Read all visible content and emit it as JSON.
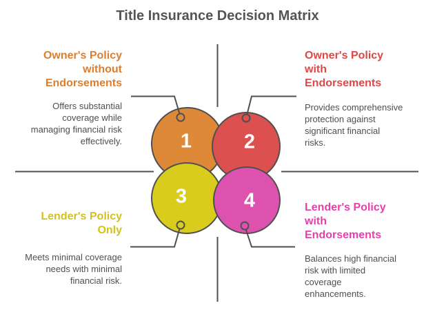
{
  "title": "Title Insurance Decision Matrix",
  "colors": {
    "background": "#FFFFFF",
    "axis_line": "#4F4F4F",
    "title_text": "#545454",
    "body_text": "#4F4F4F",
    "number_text": "#FFFFFF"
  },
  "quadrants": [
    {
      "position": "top-left",
      "number": "1",
      "heading": "Owner's Policy\nwithout\nEndorsements",
      "heading_color": "#DD7E2E",
      "circle_color": "#DE8937",
      "body": "Offers substantial\ncoverage while\nmanaging financial risk\neffectively."
    },
    {
      "position": "top-right",
      "number": "2",
      "heading": "Owner's Policy\nwith\nEndorsements",
      "heading_color": "#DF4747",
      "circle_color": "#DC5150",
      "body": "Provides comprehensive\nprotection against\nsignificant financial\nrisks."
    },
    {
      "position": "bottom-left",
      "number": "3",
      "heading": "Lender's Policy\nOnly",
      "heading_color": "#D4C11F",
      "circle_color": "#D9CC1D",
      "body": "Meets minimal coverage\nneeds with minimal\nfinancial risk."
    },
    {
      "position": "bottom-right",
      "number": "4",
      "heading": "Lender's Policy\nwith\nEndorsements",
      "heading_color": "#E63FAD",
      "circle_color": "#DD51AF",
      "body": "Balances high financial\nrisk with limited\ncoverage\nenhancements."
    }
  ]
}
